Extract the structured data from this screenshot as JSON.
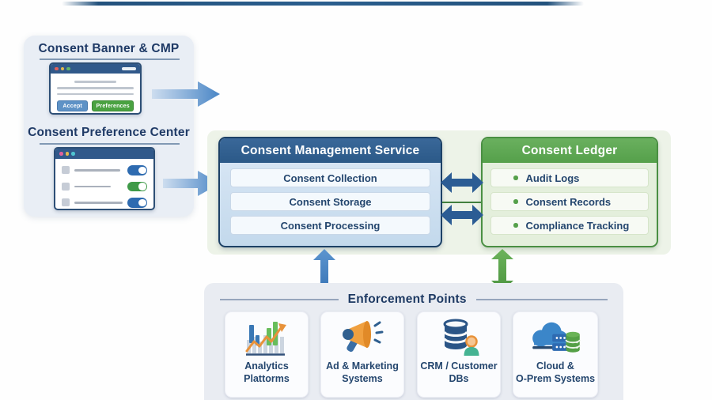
{
  "colors": {
    "navy_text": "#1f3a66",
    "blue_header": "#2b5988",
    "green_header": "#55a04a",
    "arrow_dark_blue": "#2b5c94",
    "arrow_green": "#58a348",
    "accept_button_blue": "#5e92c6",
    "preferences_button_green": "#4aa241",
    "panel_green_bg": "#edf3e8",
    "panel_gray_bg": "#e9ecf2"
  },
  "left_panel": {
    "banner_title": "Consent Banner & CMP",
    "accept_label": "Accept",
    "preferences_label": "Preferences",
    "preference_title": "Consent Preference Center"
  },
  "cms": {
    "title": "Consent Management Service",
    "rows": [
      "Consent Collection",
      "Consent Storage",
      "Consent Processing"
    ]
  },
  "ledger": {
    "title": "Consent Ledger",
    "rows": [
      "Audit Logs",
      "Consent Records",
      "Compliance Tracking"
    ]
  },
  "enforcement": {
    "title": "Enforcement Points",
    "cards": [
      {
        "label_line1": "Analytics",
        "label_line2": "Plattorms",
        "icon": "bar-chart-icon"
      },
      {
        "label_line1": "Ad & Marketing",
        "label_line2": "Systems",
        "icon": "megaphone-icon"
      },
      {
        "label_line1": "CRM / Customer",
        "label_line2": "DBs",
        "icon": "database-user-icon"
      },
      {
        "label_line1": "Cloud &",
        "label_line2": "O-Prem Systems",
        "icon": "cloud-servers-icon"
      }
    ]
  }
}
